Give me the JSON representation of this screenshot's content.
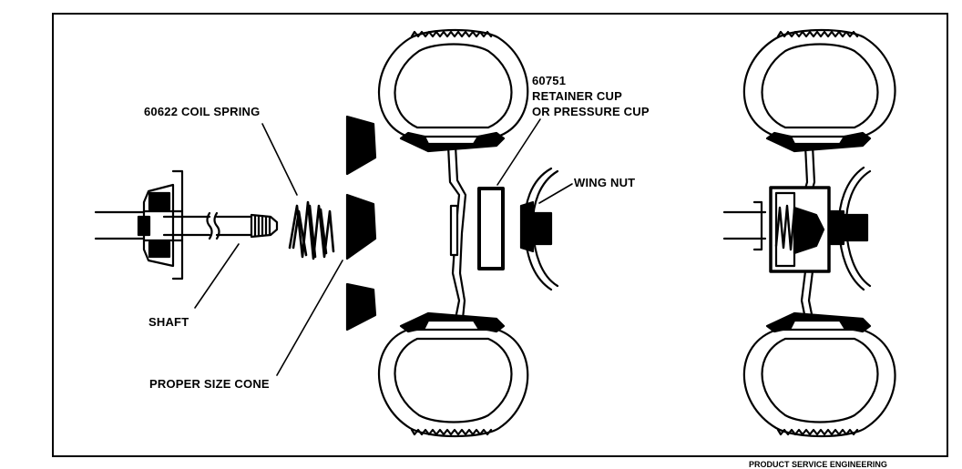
{
  "labels": {
    "coil_spring": "60622 COIL SPRING",
    "part_number": "60751",
    "retainer_cup": "RETAINER CUP",
    "pressure_cup": "OR PRESSURE CUP",
    "wing_nut": "WING NUT",
    "shaft": "SHAFT",
    "cone": "PROPER SIZE CONE"
  },
  "footer": "PRODUCT SERVICE ENGINEERING"
}
